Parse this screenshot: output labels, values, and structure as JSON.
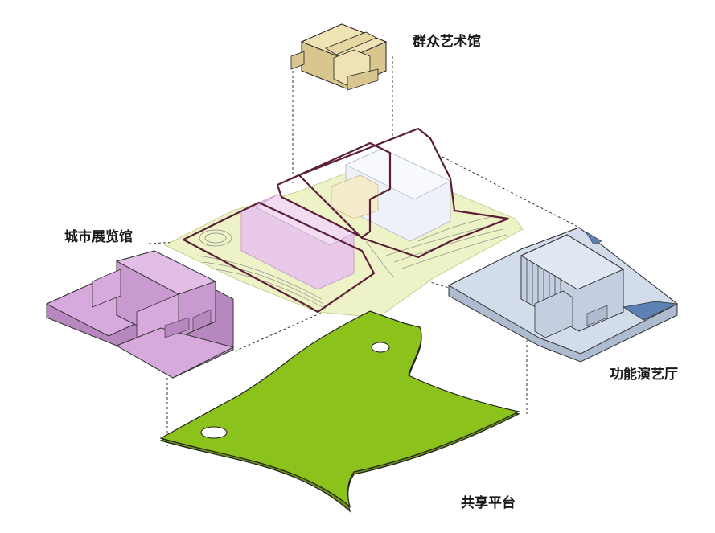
{
  "labels": {
    "art_center": "群众艺术馆",
    "city_exhibition": "城市展览馆",
    "performance_hall": "功能演艺厅",
    "shared_platform": "共享平台"
  },
  "colors": {
    "art_center_top": "#efe2b4",
    "art_center_side": "#d8c68e",
    "city_top": "#d7a9dc",
    "city_side": "#b787c0",
    "hall_top": "#d3dcea",
    "hall_side": "#aebbd0",
    "platform": "#8cc21c",
    "site": "#eef2c7",
    "outline": "#5b2037",
    "guide": "#333333"
  }
}
